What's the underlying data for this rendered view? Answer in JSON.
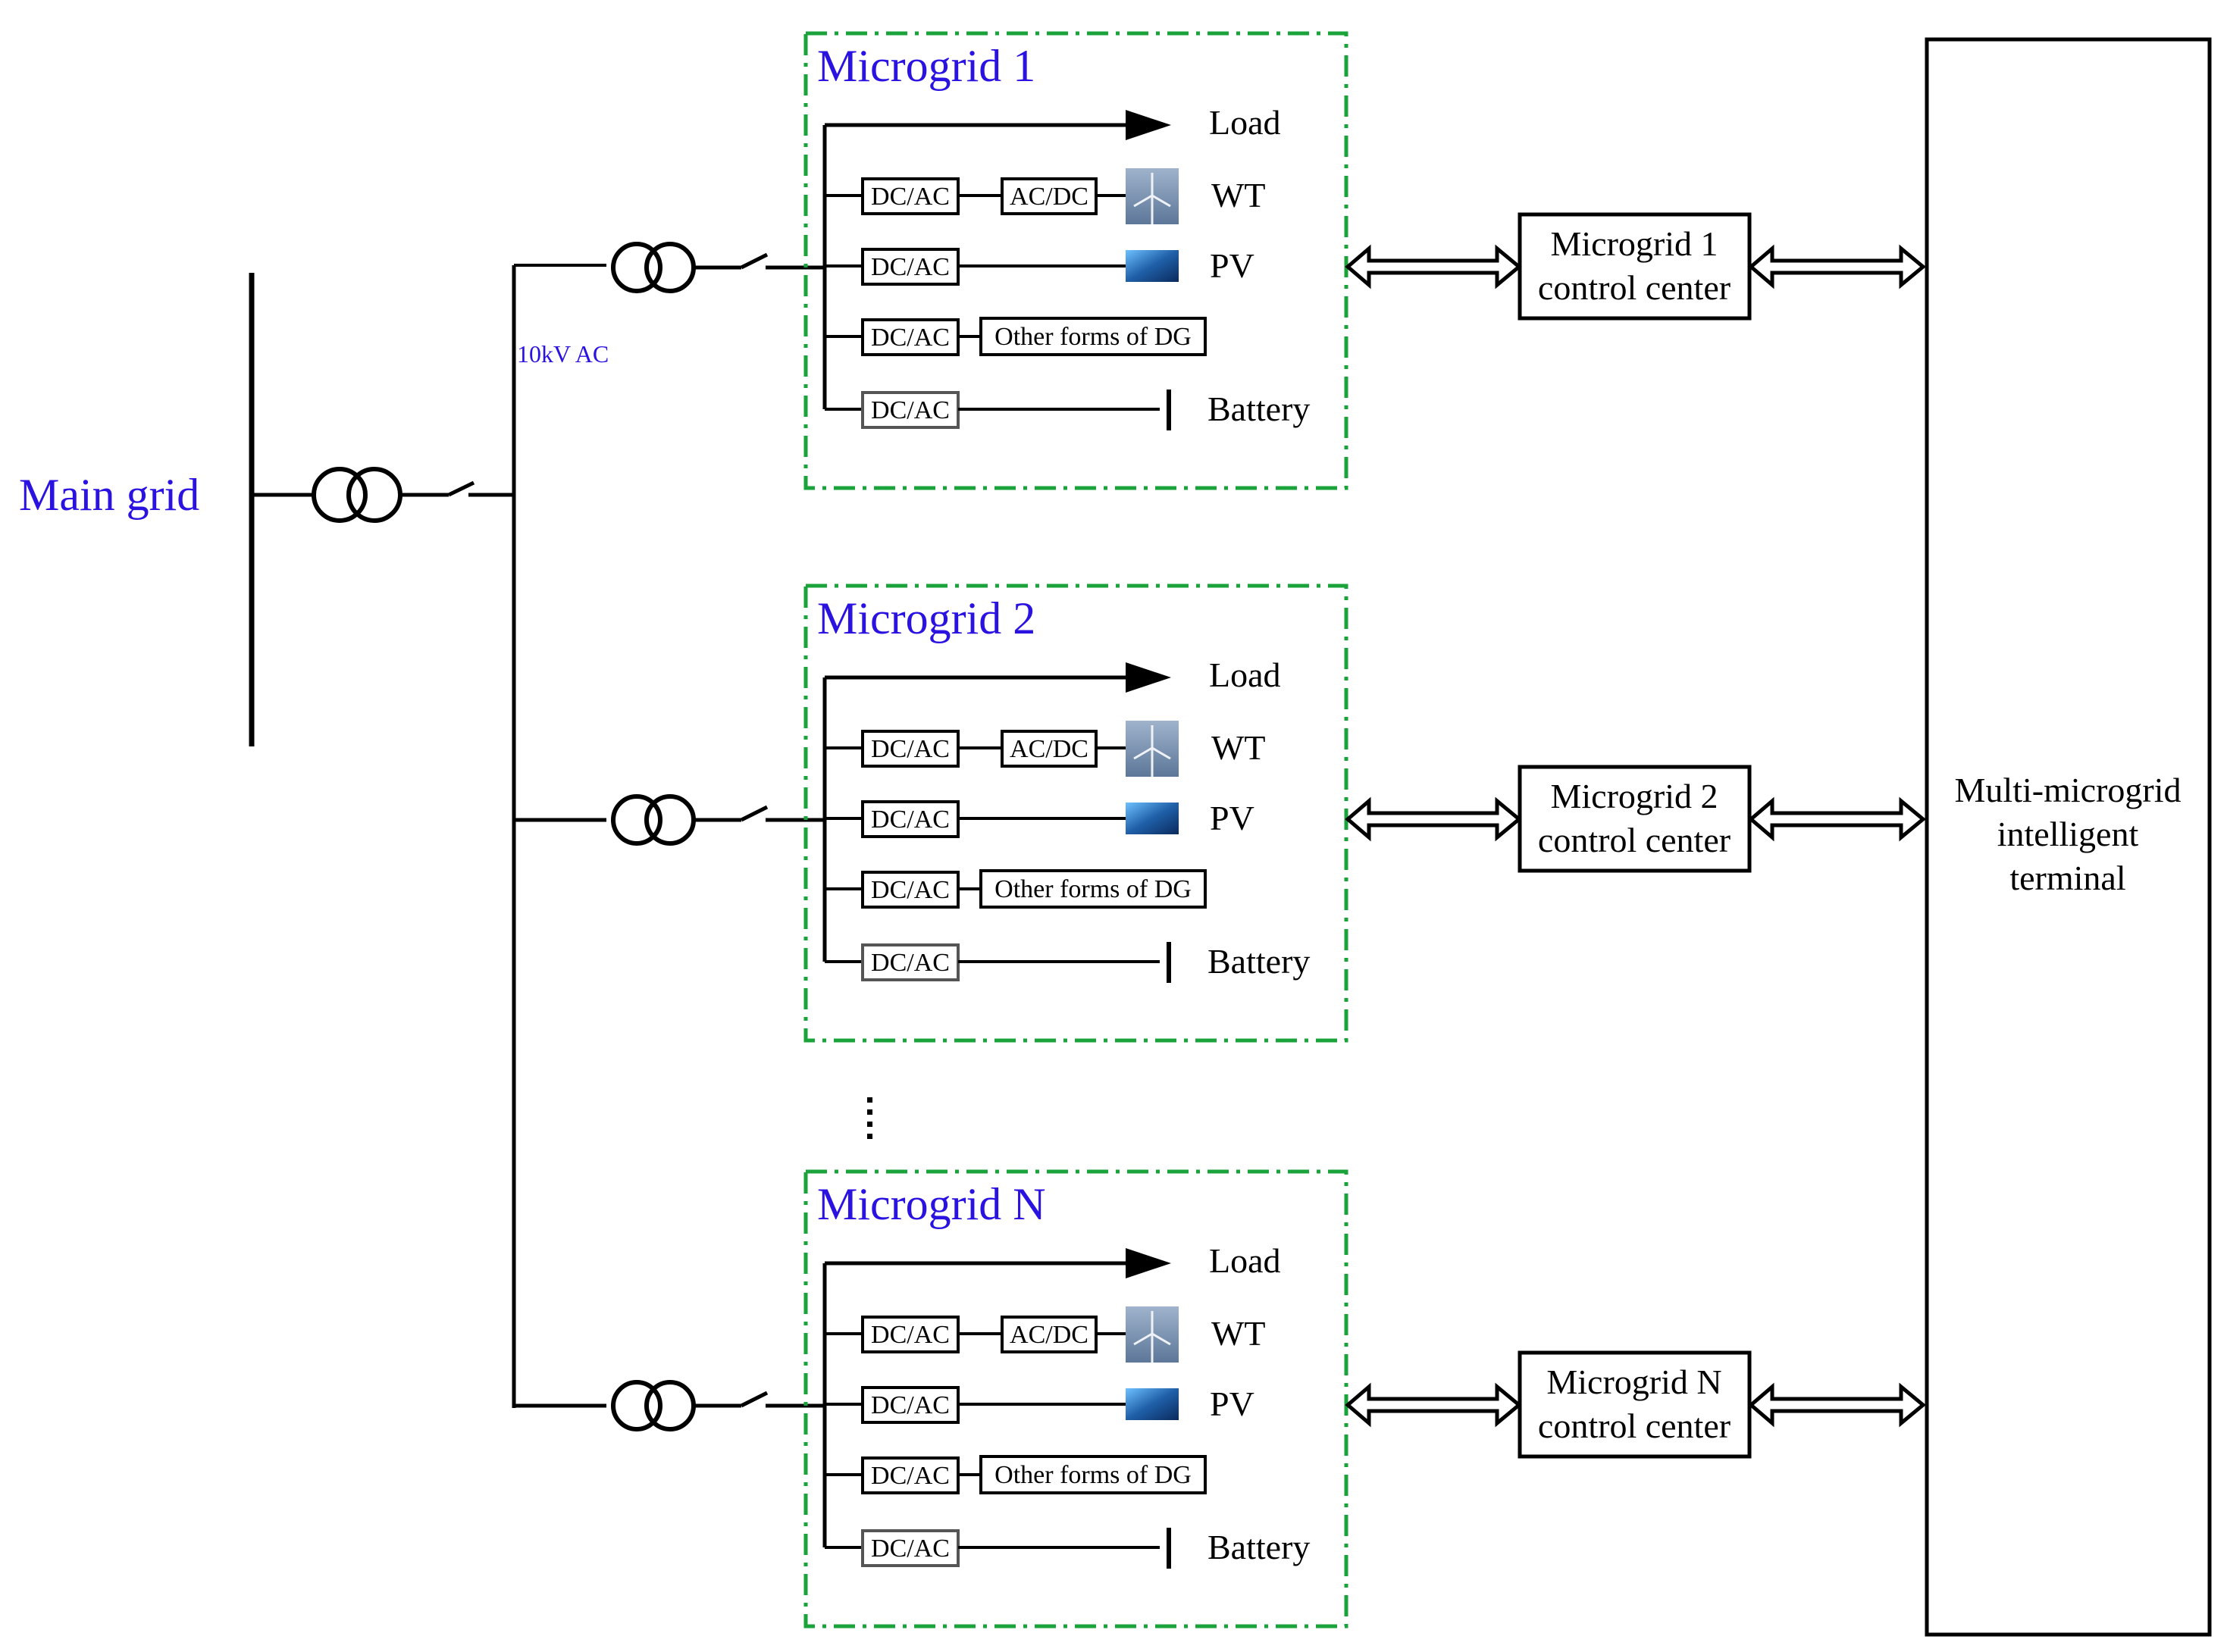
{
  "colors": {
    "line": "#000000",
    "label_blue": "#2a12e0",
    "dashed_green": "#1aa33a",
    "pv_panel": "#1f5fa8",
    "wt_sky": "#7f97b8"
  },
  "main_grid": {
    "label": "Main grid"
  },
  "bus": {
    "voltage_label": "10kV AC"
  },
  "microgrids": [
    {
      "title": "Microgrid 1",
      "rows": {
        "load": "Load",
        "wt_conv1": "DC/AC",
        "wt_conv2": "AC/DC",
        "wt": "WT",
        "pv_conv": "DC/AC",
        "pv": "PV",
        "dg_conv": "DC/AC",
        "dg": "Other forms of DG",
        "bat_conv": "DC/AC",
        "battery": "Battery"
      },
      "control_center": {
        "line1": "Microgrid 1",
        "line2": "control center"
      }
    },
    {
      "title": "Microgrid 2",
      "rows": {
        "load": "Load",
        "wt_conv1": "DC/AC",
        "wt_conv2": "AC/DC",
        "wt": "WT",
        "pv_conv": "DC/AC",
        "pv": "PV",
        "dg_conv": "DC/AC",
        "dg": "Other forms of DG",
        "bat_conv": "DC/AC",
        "battery": "Battery"
      },
      "control_center": {
        "line1": "Microgrid 2",
        "line2": "control center"
      }
    },
    {
      "title": "Microgrid N",
      "rows": {
        "load": "Load",
        "wt_conv1": "DC/AC",
        "wt_conv2": "AC/DC",
        "wt": "WT",
        "pv_conv": "DC/AC",
        "pv": "PV",
        "dg_conv": "DC/AC",
        "dg": "Other forms of DG",
        "bat_conv": "DC/AC",
        "battery": "Battery"
      },
      "control_center": {
        "line1": "Microgrid N",
        "line2": "control center"
      }
    }
  ],
  "terminal": {
    "line1": "Multi-microgrid",
    "line2": "intelligent",
    "line3": "terminal"
  }
}
